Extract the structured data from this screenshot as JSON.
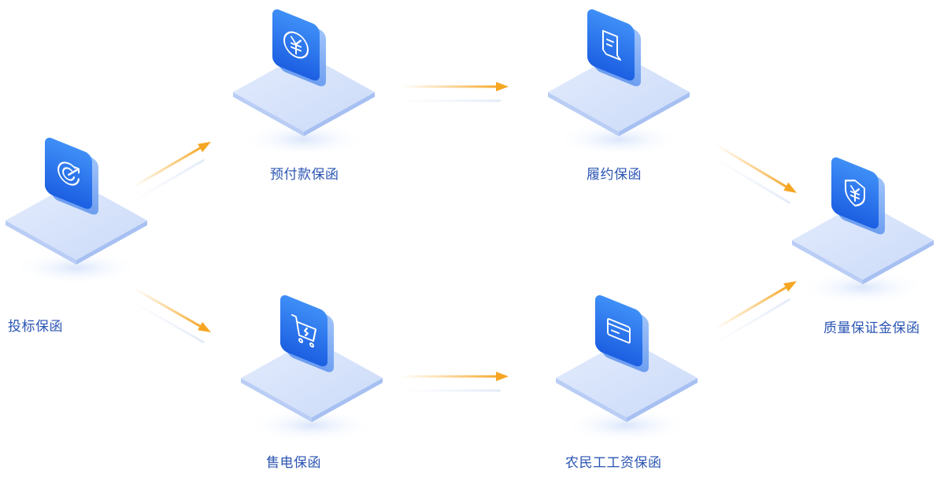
{
  "nodes": [
    {
      "id": "bid",
      "label": "投标保函",
      "icon": "target-icon"
    },
    {
      "id": "advance",
      "label": "预付款保函",
      "icon": "yuan-coin-icon"
    },
    {
      "id": "perform",
      "label": "履约保函",
      "icon": "document-icon"
    },
    {
      "id": "quality",
      "label": "质量保证金保函",
      "icon": "yuan-shield-icon"
    },
    {
      "id": "presale",
      "label": "售电保函",
      "icon": "cart-icon"
    },
    {
      "id": "wage",
      "label": "农民工工资保函",
      "icon": "card-icon"
    }
  ],
  "edges": [
    {
      "from": "bid",
      "to": "advance"
    },
    {
      "from": "bid",
      "to": "presale"
    },
    {
      "from": "advance",
      "to": "perform"
    },
    {
      "from": "presale",
      "to": "wage"
    },
    {
      "from": "perform",
      "to": "quality"
    },
    {
      "from": "wage",
      "to": "quality"
    }
  ],
  "colors": {
    "label": "#2b55b3",
    "arrow": "#f5a623",
    "tile_top": "#3d8cf5",
    "tile_bottom": "#1a5fe0",
    "platform": "#d4e1fb"
  }
}
